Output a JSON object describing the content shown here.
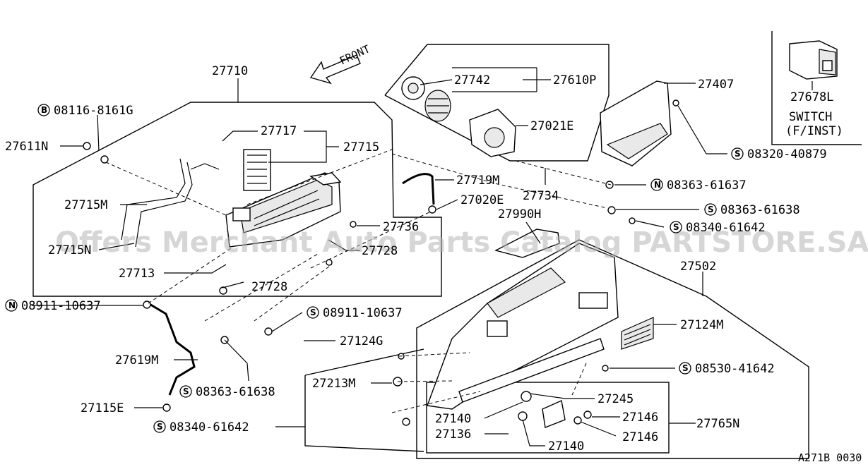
{
  "watermark": "Offers Merchant Auto Parts Catalog PARTSTORE.SA",
  "front_label": "FRONT",
  "drawing_code": "A271B 0030",
  "inset": {
    "code": "27678L",
    "caption_line1": "SWITCH",
    "caption_line2": "(F/INST)"
  },
  "parts": {
    "p27710": "27710",
    "p27742": "27742",
    "p27610P": "27610P",
    "p27407": "27407",
    "p27717": "27717",
    "p27715": "27715",
    "p27021E": "27021E",
    "p27611N": "27611N",
    "p27715M": "27715M",
    "p27719M": "27719M",
    "p27020E": "27020E",
    "p27734": "27734",
    "p27990H": "27990H",
    "p27715N": "27715N",
    "p27736": "27736",
    "p27728a": "27728",
    "p27713": "27713",
    "p27728b": "27728",
    "p27502": "27502",
    "p27124M": "27124M",
    "p27124G": "27124G",
    "p27619M": "27619M",
    "p27213M": "27213M",
    "p27245": "27245",
    "p27146a": "27146",
    "p27146b": "27146",
    "p27140a": "27140",
    "p27140b": "27140",
    "p27136": "27136",
    "p27765N": "27765N",
    "p27115E": "27115E"
  },
  "fasteners": {
    "f1": {
      "prefix": "B",
      "number": "08116-8161G"
    },
    "f2": {
      "prefix": "S",
      "number": "08320-40879"
    },
    "f3": {
      "prefix": "N",
      "number": "08363-61637"
    },
    "f4": {
      "prefix": "S",
      "number": "08363-61638"
    },
    "f5": {
      "prefix": "S",
      "number": "08340-61642"
    },
    "f6": {
      "prefix": "N",
      "number": "08911-10637"
    },
    "f7": {
      "prefix": "S",
      "number": "08911-10637"
    },
    "f8": {
      "prefix": "S",
      "number": "08530-41642"
    },
    "f9": {
      "prefix": "S",
      "number": "08363-61638"
    },
    "f10": {
      "prefix": "S",
      "number": "08340-61642"
    }
  }
}
